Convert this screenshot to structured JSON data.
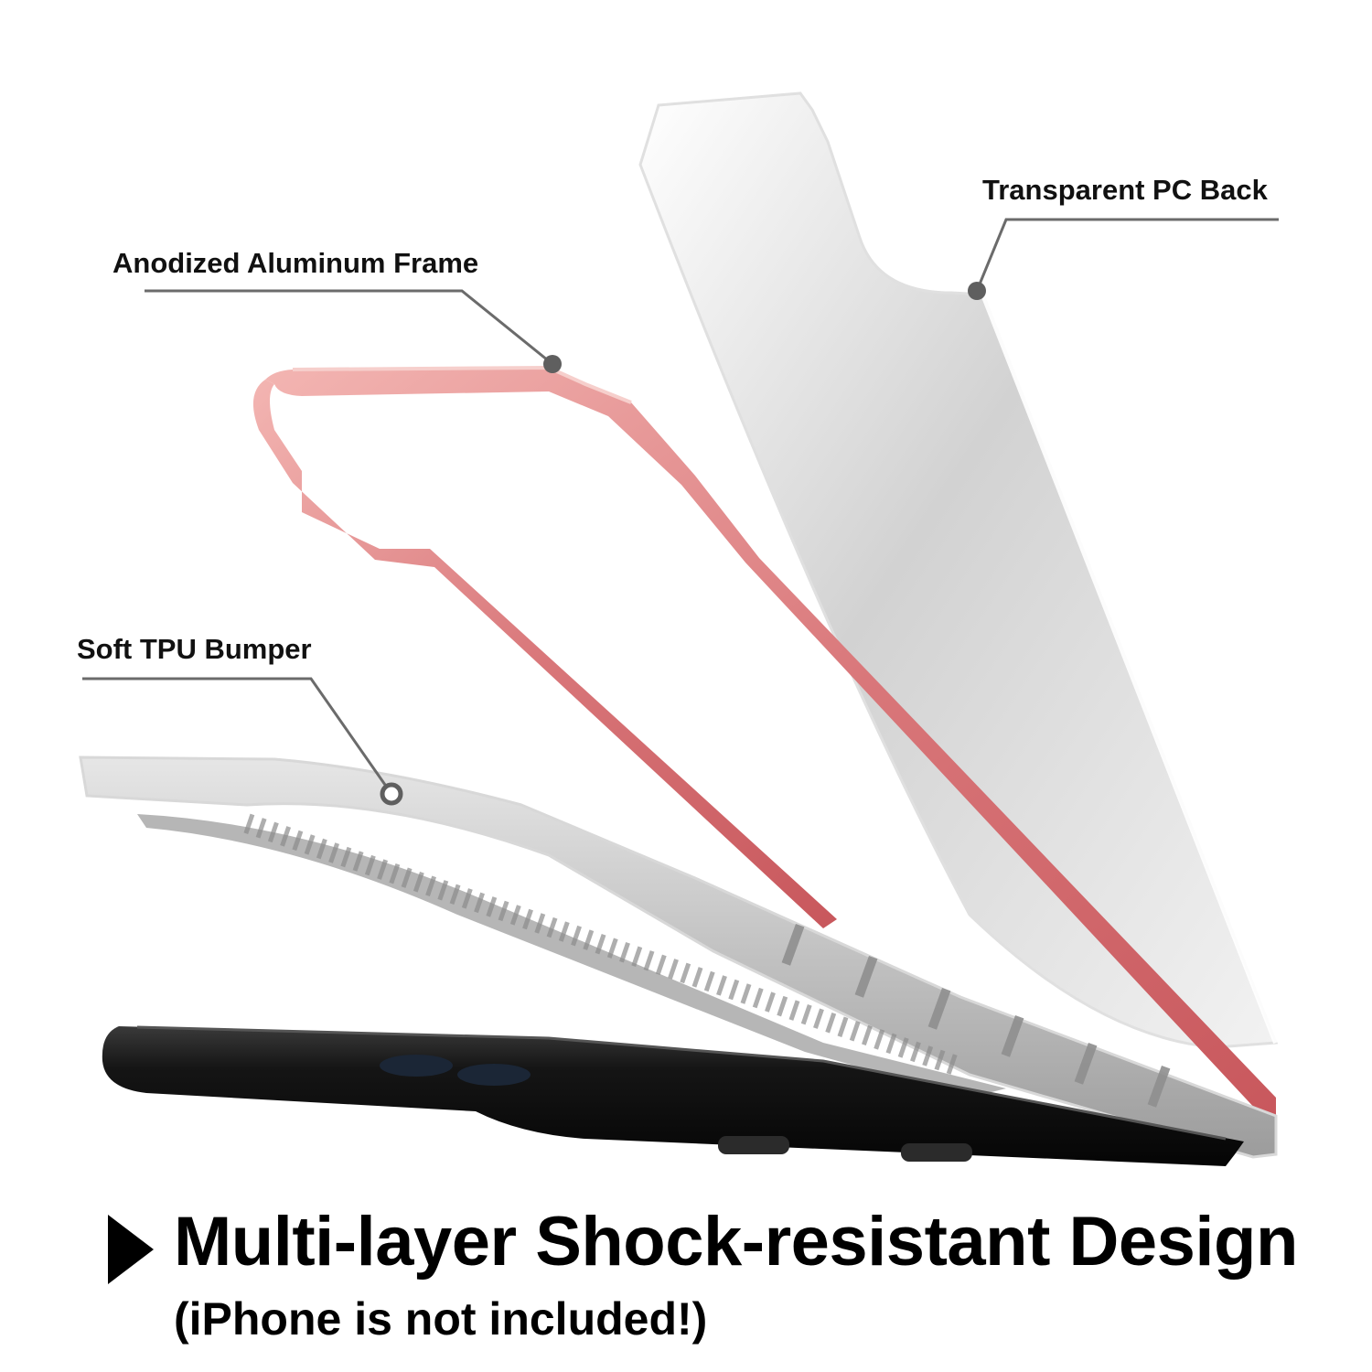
{
  "callouts": {
    "pc_back": "Transparent PC Back",
    "aluminum_frame": "Anodized Aluminum Frame",
    "tpu_bumper": "Soft TPU Bumper"
  },
  "headline": "Multi-layer Shock-resistant Design",
  "subline": "(iPhone is not included!)",
  "colors": {
    "pc_back": "#d9d9d9",
    "aluminum_frame": "#d9777a",
    "tpu_bumper": "#bdbdbd",
    "phone": "#111111",
    "leader_line": "#6b6b6b"
  }
}
